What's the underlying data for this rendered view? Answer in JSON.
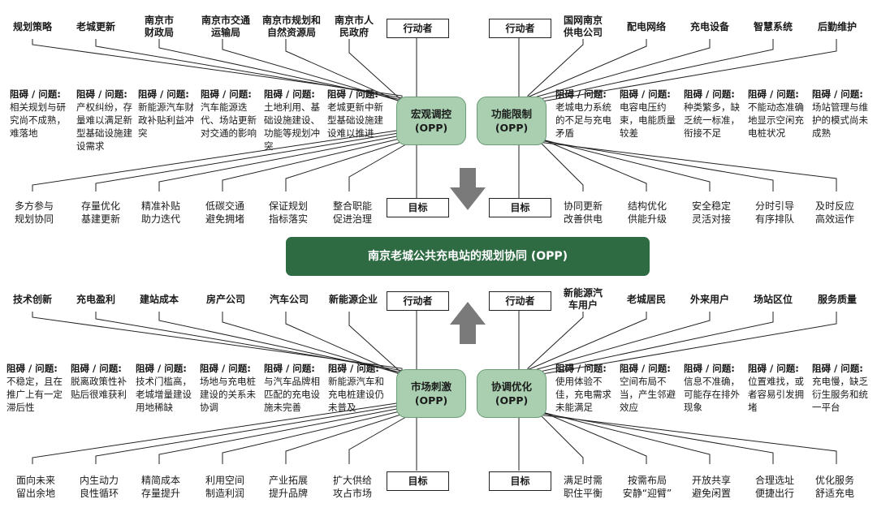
{
  "central": "南京老城公共充电站的规划协同 (OPP)",
  "top": {
    "left_actors": [
      "规划策略",
      "老城更新",
      "南京市\n财政局",
      "南京市交通\n运输局",
      "南京市规划和\n自然资源局",
      "南京市人\n民政府"
    ],
    "right_actors": [
      "国网南京\n供电公司",
      "配电网络",
      "充电设备",
      "智慧系统",
      "后勤维护"
    ],
    "actor_box_label": "行动者",
    "goal_box_label": "目标",
    "opp_left": {
      "line1": "宏观调控",
      "line2": "(OPP)"
    },
    "opp_right": {
      "line1": "功能限制",
      "line2": "(OPP)"
    },
    "issue_title": "阻碍 / 问题:",
    "left_issues": [
      "相关规划与研究尚不成熟，难落地",
      "产权纠纷，存量难以满足新型基础设施建设需求",
      "新能源汽车财政补贴利益冲突",
      "汽车能源迭代、场站更新对交通的影响",
      "土地利用、基础设施建设、功能等规划冲突",
      "老城更新中新型基础设施建设难以推进"
    ],
    "right_issues": [
      "老城电力系统的不足与充电矛盾",
      "电容电压约束，电能质量较差",
      "种类繁多，缺乏统一标准，衔接不足",
      "不能动态准确地显示空闲充电桩状况",
      "场站管理与维护的模式尚未成熟"
    ],
    "left_goals": [
      "多方参与\n规划协同",
      "存量优化\n基建更新",
      "精准补贴\n助力迭代",
      "低碳交通\n避免拥堵",
      "保证规划\n指标落实",
      "整合职能\n促进治理"
    ],
    "right_goals": [
      "协同更新\n改善供电",
      "结构优化\n供能升级",
      "安全稳定\n灵活对接",
      "分时引导\n有序排队",
      "及时反应\n高效运作"
    ]
  },
  "bottom": {
    "left_actors": [
      "技术创新",
      "充电盈利",
      "建站成本",
      "房产公司",
      "汽车公司",
      "新能源企业"
    ],
    "right_actors": [
      "新能源汽\n车用户",
      "老城居民",
      "外来用户",
      "场站区位",
      "服务质量"
    ],
    "actor_box_label": "行动者",
    "goal_box_label": "目标",
    "opp_left": {
      "line1": "市场刺激",
      "line2": "(OPP)"
    },
    "opp_right": {
      "line1": "协调优化",
      "line2": "(OPP)"
    },
    "issue_title": "阻碍 / 问题:",
    "left_issues": [
      "不稳定，且在推广上有一定滞后性",
      "脱离政策性补贴后很难获利",
      "技术门槛高，老城增量建设用地稀缺",
      "场地与充电桩建设的关系未协调",
      "与汽车品牌相匹配的充电设施未完善",
      "新能源汽车和充电桩建设仍未普及"
    ],
    "right_issues": [
      "使用体验不佳，充电需求未能满足",
      "空间布局不当，产生邻避效应",
      "信息不准确，可能存在排外现象",
      "位置难找，或者容易引发拥堵",
      "充电慢，缺乏衍生服务和统一平台"
    ],
    "left_goals": [
      "面向未来\n留出余地",
      "内生动力\n良性循环",
      "精简成本\n存量提升",
      "利用空间\n制造利润",
      "产业拓展\n提升品牌",
      "扩大供给\n攻占市场"
    ],
    "right_goals": [
      "满足时需\n职住平衡",
      "按需布局\n安静“迎臂”",
      "开放共享\n避免闲置",
      "合理选址\n便捷出行",
      "优化服务\n舒适充电"
    ]
  },
  "colors": {
    "opp_fill": "#a9cfb0",
    "central_fill": "#2e6b42",
    "arrow_fill": "#7a7a7a",
    "line": "#222222"
  }
}
